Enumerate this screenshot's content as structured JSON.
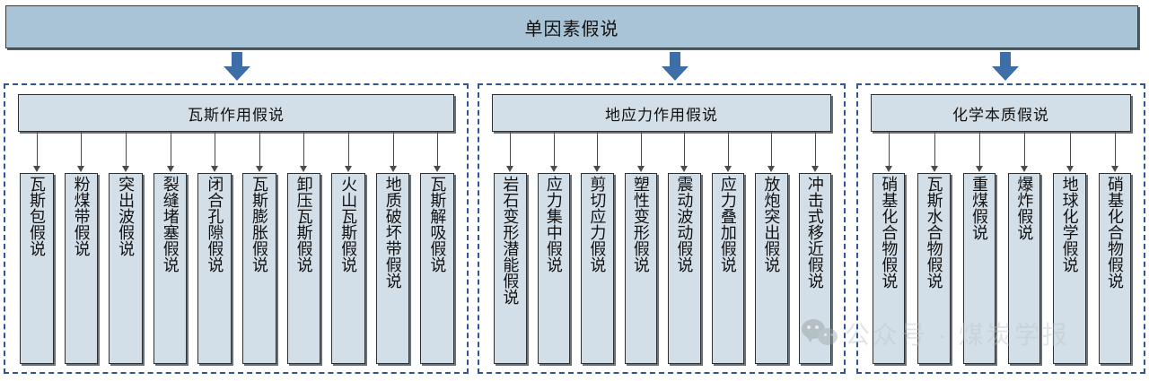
{
  "diagram": {
    "title": "单因素假说",
    "colors": {
      "root_fill": "#a9c4d6",
      "box_fill": "#d3dfe8",
      "arrow_blue": "#3e6ea8",
      "dash_border": "#2f5596",
      "box_border": "#2f2f2f"
    },
    "groups": [
      {
        "header": "瓦斯作用假说",
        "leaves": [
          "瓦斯包假说",
          "粉煤带假说",
          "突出波假说",
          "裂缝堵塞假说",
          "闭合孔隙假说",
          "瓦斯膨胀假说",
          "卸压瓦斯假说",
          "火山瓦斯假说",
          "地质破坏带假说",
          "瓦斯解吸假说"
        ]
      },
      {
        "header": "地应力作用假说",
        "leaves": [
          "岩石变形潜能假说",
          "应力集中假说",
          "剪切应力假说",
          "塑性变形假说",
          "震动波动假说",
          "应力叠加假说",
          "放炮突出假说",
          "冲击式移近假说"
        ]
      },
      {
        "header": "化学本质假说",
        "leaves": [
          "硝基化合物假说",
          "瓦斯水合物假说",
          "重煤假说",
          "爆炸假说",
          "地球化学假说",
          "硝基化合物假说"
        ]
      }
    ]
  },
  "watermark": {
    "text": "公众号 · 煤炭学报",
    "icon": "wechat-logo"
  }
}
